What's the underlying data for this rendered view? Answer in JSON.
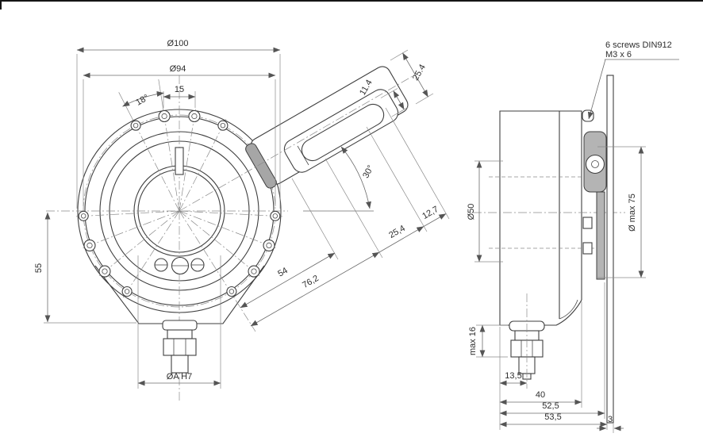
{
  "drawing": {
    "type": "technical-drawing",
    "subject": "rotary encoder, front and side orthographic views with dimensions",
    "units": "mm",
    "line_color": "#3f3f3f",
    "shade_color": "#b4b4b4",
    "front_view": {
      "labels": {
        "outer_diameter": "Ø100",
        "bolt_circle_diameter": "Ø94",
        "hole_pair_spacing": "15",
        "hole_angle": "18°",
        "center_to_bottom": "55",
        "bore_diameter": "ØA H7",
        "connector_angle": "30°",
        "connector_width": "25.4",
        "slot_width": "11.4",
        "chain_54": "54",
        "chain_76_2": "76,2",
        "chain_25_4": "25,4",
        "chain_12_7": "12,7"
      }
    },
    "side_view": {
      "labels": {
        "hub_diameter": "Ø50",
        "max_diameter": "Ø max 75",
        "gland_protrusion": "max 16",
        "gland_offset": "13,5",
        "body_depth": "40",
        "depth_52_5": "52,5",
        "depth_53_5": "53,5",
        "plate_thickness": "3"
      },
      "note": {
        "line1": "6 screws DIN912",
        "line2": "M3 x 6"
      }
    }
  }
}
